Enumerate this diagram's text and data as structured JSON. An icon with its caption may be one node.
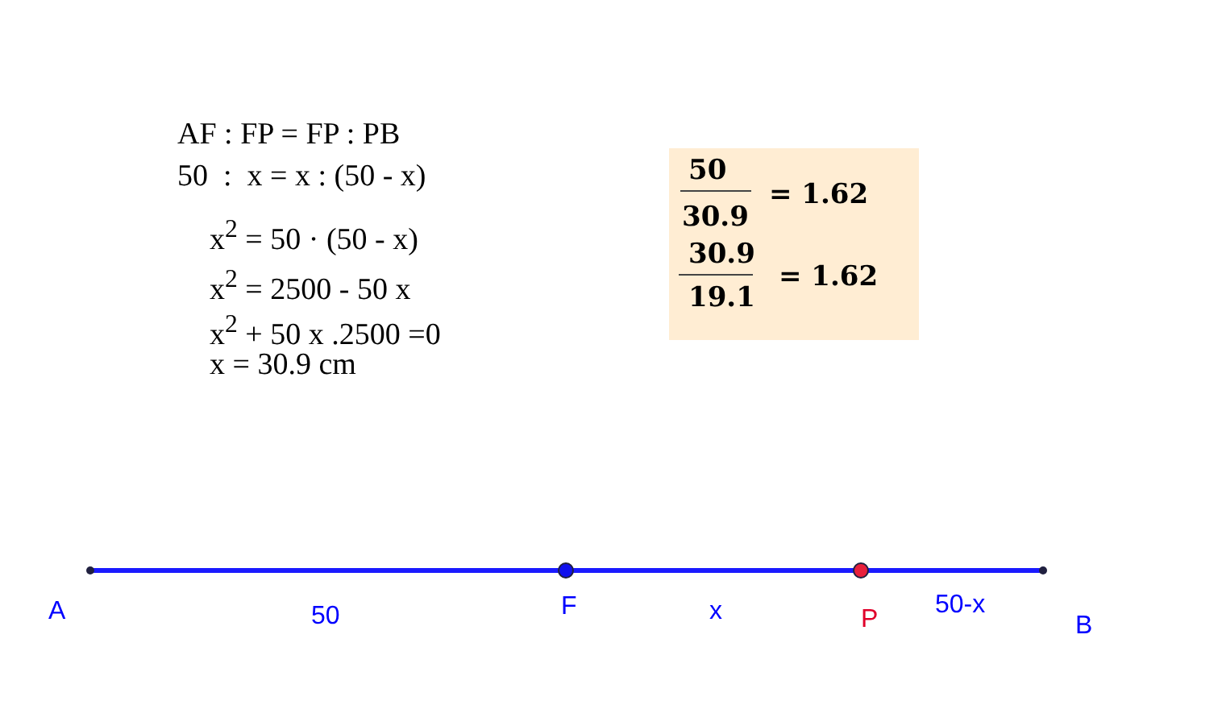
{
  "diagram": {
    "nodes": [
      {
        "text": [
          "50",
          "30.9",
          "= 1.62",
          "30.9",
          "19.1",
          "= 1.62"
        ]
      }
    ],
    "labels": [
      "AF : FP = FP : PB",
      "50  :  x = x : (50 - x)",
      "x$^{2}$ = 50 · (50 - x)",
      "x$^{2}$ = 2500 - 50 x",
      "x$^{2}$ + 50 x .2500 =0",
      "x = 30.9 cm",
      "A",
      "50",
      "F",
      "x",
      "P",
      "50-x",
      "B"
    ]
  }
}
